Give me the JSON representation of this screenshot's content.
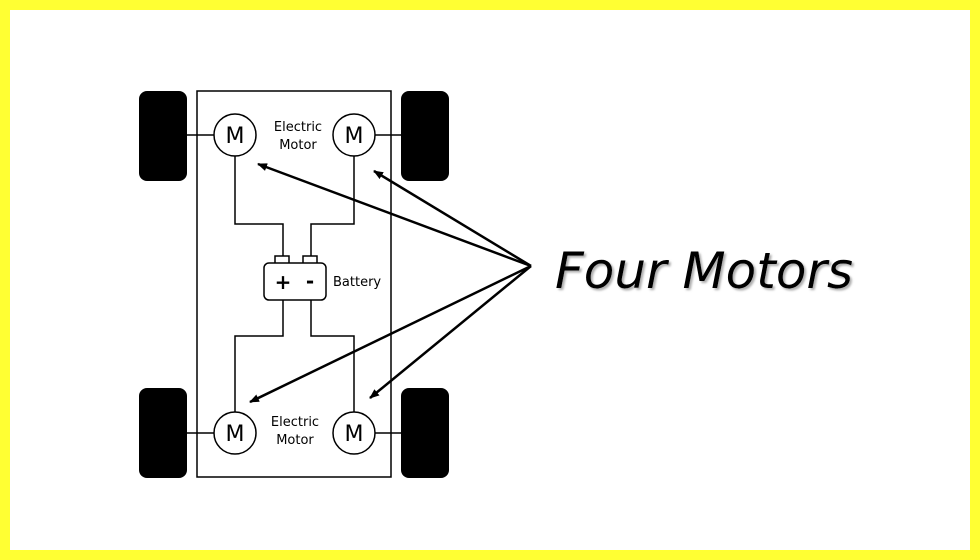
{
  "diagram": {
    "top_motor_label_line1": "Electric",
    "top_motor_label_line2": "Motor",
    "bottom_motor_label_line1": "Electric",
    "bottom_motor_label_line2": "Motor",
    "battery_label": "Battery",
    "battery_plus": "+",
    "battery_minus": "-",
    "motor_symbol": "M",
    "headline": "Four Motors"
  },
  "colors": {
    "border": "#ffff33",
    "background": "#ffffff",
    "ink": "#000000"
  }
}
